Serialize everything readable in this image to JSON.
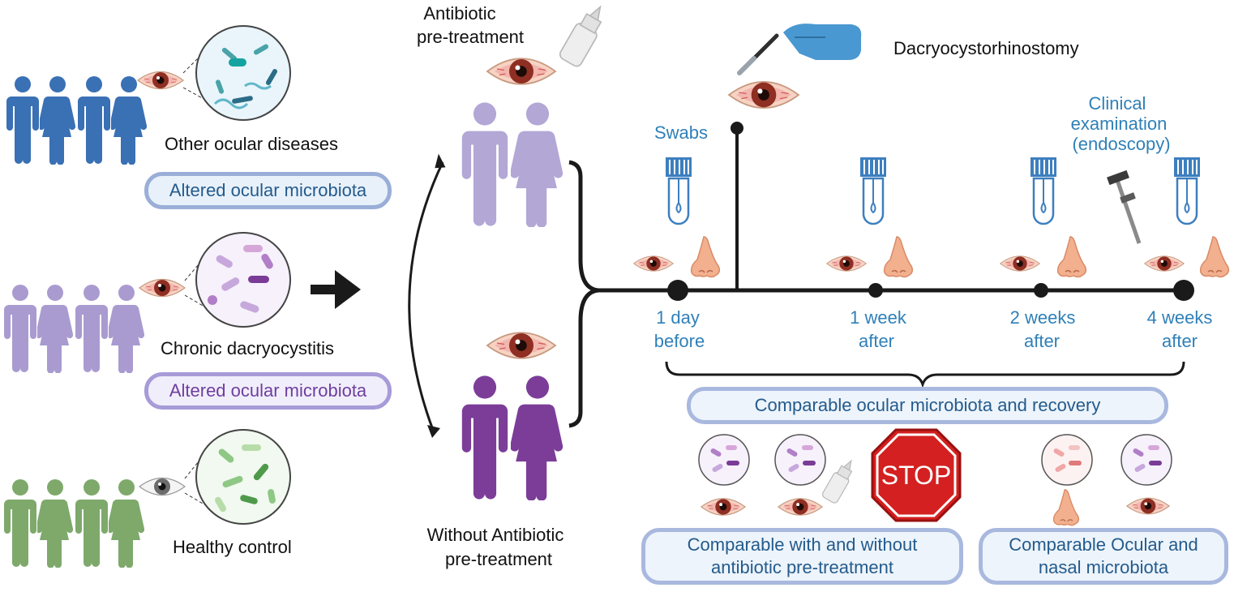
{
  "groups": {
    "other": {
      "label": "Other ocular diseases",
      "badge": "Altered ocular microbiota",
      "color": "#3a70b4"
    },
    "chronic": {
      "label": "Chronic dacryocystitis",
      "badge": "Altered ocular microbiota",
      "color": "#a99bd0"
    },
    "healthy": {
      "label": "Healthy control",
      "color": "#7ea96b"
    }
  },
  "treatment": {
    "with_line1": "Antibiotic",
    "with_line2": "pre-treatment",
    "without_line1": "Without Antibiotic",
    "without_line2": "pre-treatment",
    "with_color": "#b3a7d6",
    "without_color": "#7c3d98"
  },
  "timeline": {
    "surgery": "Dacryocystorhinostomy",
    "swabs": "Swabs",
    "clinical_line1": "Clinical",
    "clinical_line2": "examination",
    "clinical_line3": "(endoscopy)",
    "points": [
      {
        "line1": "1 day",
        "line2": "before"
      },
      {
        "line1": "1 week",
        "line2": "after"
      },
      {
        "line1": "2 weeks",
        "line2": "after"
      },
      {
        "line1": "4 weeks",
        "line2": "after"
      }
    ]
  },
  "results": {
    "recovery": "Comparable ocular microbiota and recovery",
    "stop": "STOP",
    "antibiotic_line1": "Comparable with and without",
    "antibiotic_line2": "antibiotic pre-treatment",
    "nasal_line1": "Comparable Ocular and",
    "nasal_line2": "nasal microbiota"
  },
  "icons": [
    "person-icon",
    "eye-icon",
    "microbe-circle-icon",
    "arrow-icon",
    "eye-drop-bottle-icon",
    "scalpel-hand-icon",
    "swab-tube-icon",
    "nose-icon",
    "endoscope-icon",
    "stop-sign-icon"
  ]
}
